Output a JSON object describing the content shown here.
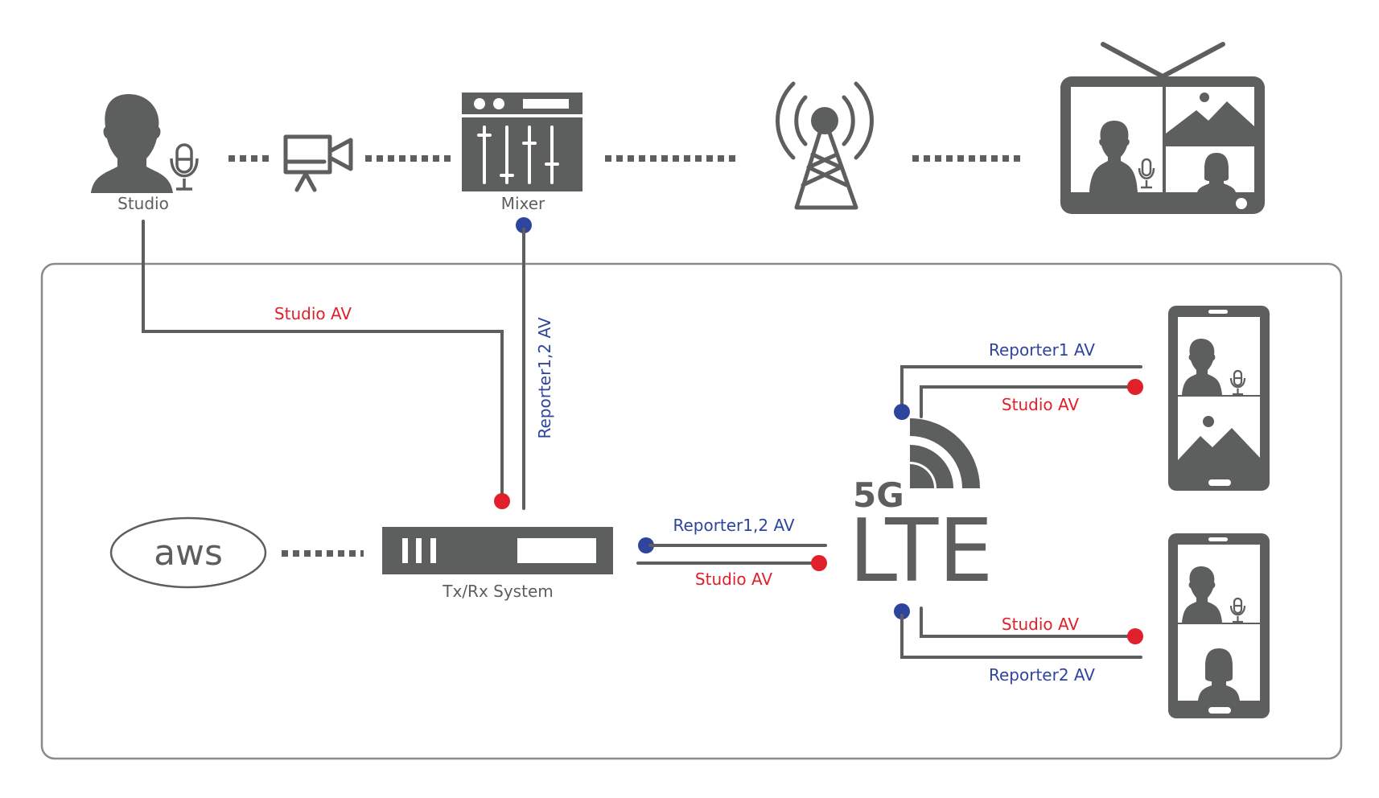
{
  "diagram": {
    "type": "broadcast-network-flow",
    "colors": {
      "icon": "#5d5e5e",
      "studio_signal": "#e0202a",
      "reporter_signal": "#2f459d",
      "frame": "#8a8a8a"
    },
    "top_row": {
      "studio_label": "Studio",
      "mixer_label": "Mixer"
    },
    "system": {
      "aws_label": "aws",
      "txrx_label": "Tx/Rx System",
      "network_5g": "5G",
      "network_lte": "LTE"
    },
    "signals": {
      "studio_to_txrx": "Studio AV",
      "txrx_to_mixer": "Reporter1,2 AV",
      "uplink": "Reporter1,2 AV",
      "downlink": "Studio AV",
      "reporter1_up": "Reporter1 AV",
      "reporter1_down": "Studio AV",
      "reporter2_down": "Studio AV",
      "reporter2_up": "Reporter2 AV"
    }
  }
}
